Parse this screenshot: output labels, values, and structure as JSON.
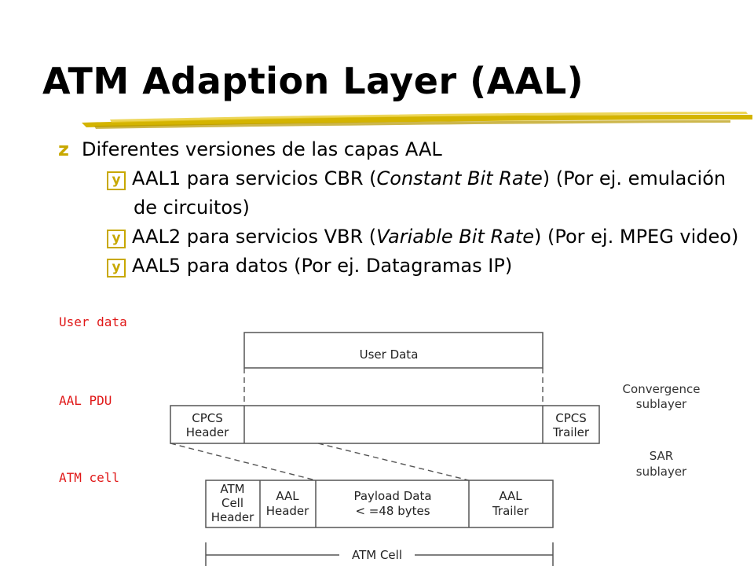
{
  "slide": {
    "title": "ATM Adaption Layer (AAL)",
    "bullet_main": "Diferentes versiones de las capas AAL",
    "sub_bullets": [
      {
        "prefix": "AAL1 para servicios CBR (",
        "italic": "Constant Bit Rate",
        "suffix": ") (Por ej. emulación de circuitos)"
      },
      {
        "prefix": "AAL2 para servicios VBR (",
        "italic": "Variable Bit Rate",
        "suffix": ") (Por ej. MPEG video)"
      },
      {
        "prefix": "AAL5 para datos (Por ej. Datagramas IP)",
        "italic": "",
        "suffix": ""
      }
    ],
    "bullet_glyph_main": "z",
    "bullet_glyph_sub": "y",
    "accent_color": "#c8a800",
    "label_color": "#e01818"
  },
  "layer_labels": {
    "user_data": "User data",
    "aal_pdu": "AAL PDU",
    "atm_cell": "ATM cell"
  },
  "diagram": {
    "user_data_box": "User Data",
    "cpcs_header": [
      "CPCS",
      "Header"
    ],
    "cpcs_trailer": [
      "CPCS",
      "Trailer"
    ],
    "atm_cell_header": [
      "ATM",
      "Cell",
      "Header"
    ],
    "aal_header": [
      "AAL",
      "Header"
    ],
    "payload": [
      "Payload Data",
      "< =48 bytes"
    ],
    "aal_trailer": [
      "AAL",
      "Trailer"
    ],
    "atm_cell_span": "ATM Cell",
    "convergence": [
      "Convergence",
      "sublayer"
    ],
    "sar": [
      "SAR",
      "sublayer"
    ]
  }
}
